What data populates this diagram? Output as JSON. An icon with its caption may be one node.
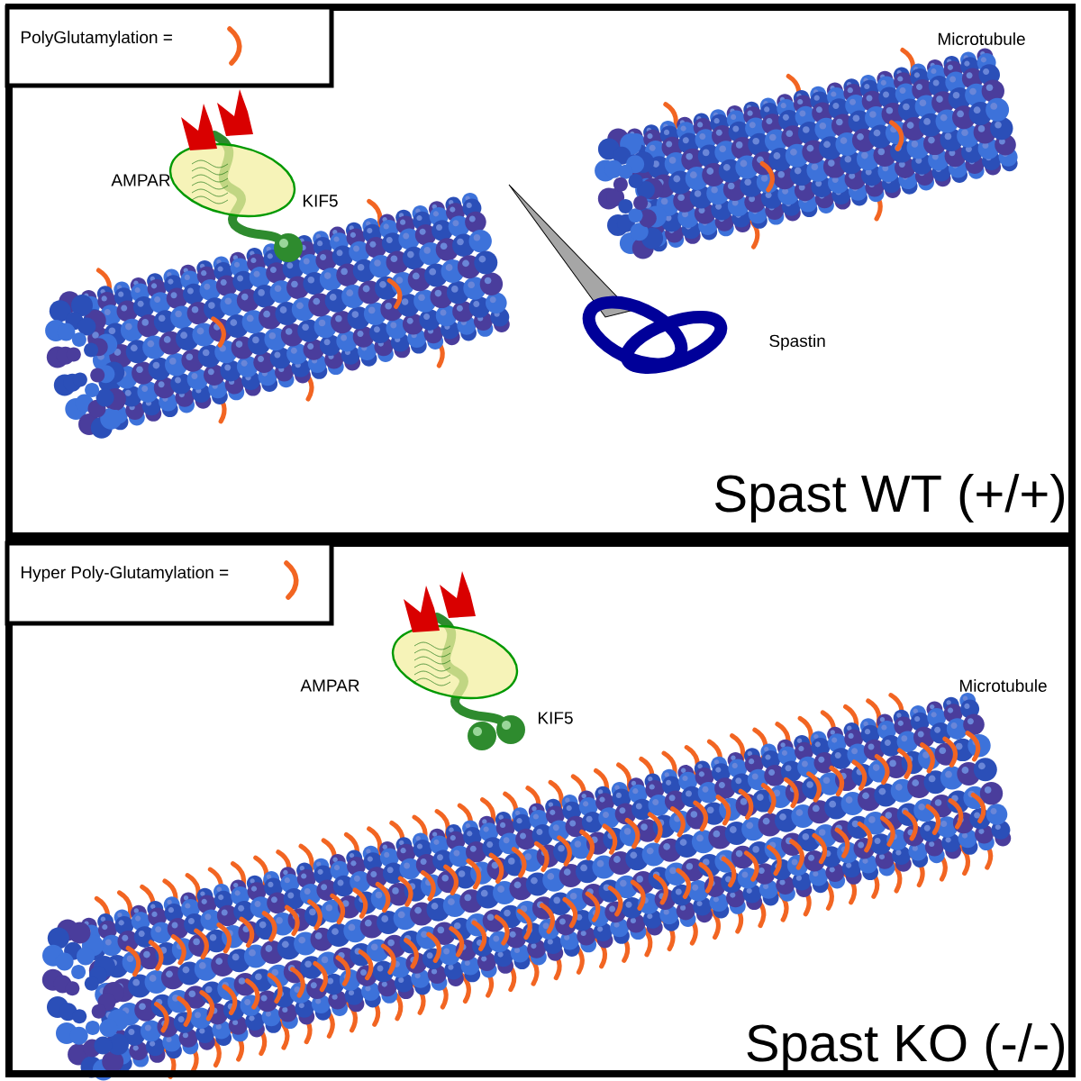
{
  "diagram": {
    "nodes": [
      {
        "text": [
          "Spast WT (+/+)"
        ]
      },
      {
        "text": [
          "Spast KO (-/-)"
        ]
      }
    ],
    "labels": [
      "Microtubule",
      "AMPAR",
      "KIF5",
      "Spastin",
      "AMPAR",
      "Microtubule",
      "KIF5"
    ],
    "legend": [
      {
        "text": "PolyGlutamylation ="
      },
      {
        "text": "Hyper Poly-Glutamylation ="
      }
    ]
  }
}
